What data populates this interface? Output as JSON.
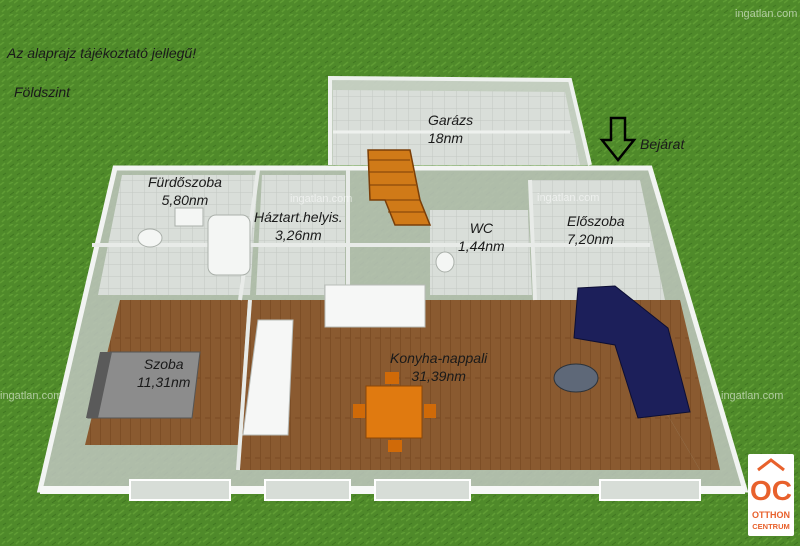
{
  "notes": {
    "disclaimer": "Az alaprajz tájékoztató jellegű!",
    "level": "Földszint",
    "entrance": "Bejárat"
  },
  "rooms": [
    {
      "id": "garage",
      "name": "Garázs",
      "area": "18nm"
    },
    {
      "id": "bathroom",
      "name": "Fürdőszoba",
      "area": "5,80nm"
    },
    {
      "id": "utility",
      "name": "Háztart.helyis.",
      "area": "3,26nm"
    },
    {
      "id": "wc",
      "name": "WC",
      "area": "1,44nm"
    },
    {
      "id": "hall",
      "name": "Előszoba",
      "area": "7,20nm"
    },
    {
      "id": "bedroom",
      "name": "Szoba",
      "area": "11,31nm"
    },
    {
      "id": "kitchen",
      "name": "Konyha-nappali",
      "area": "31,39nm"
    }
  ],
  "watermarks": [
    "ingatlan.com",
    "ingatlan.com",
    "ingatlan.com",
    "ingatlan.com",
    "ingatlan.com"
  ],
  "logo": {
    "mark": "OC",
    "line1": "OTTHON",
    "line2": "CENTRUM",
    "color": "#e8612c"
  },
  "colors": {
    "grass": "#4f8a2a",
    "floor": "#8a5a30",
    "tile": "#d8ddd8",
    "wall": "#c8ccc8",
    "sofa": "#1c1f5a"
  }
}
